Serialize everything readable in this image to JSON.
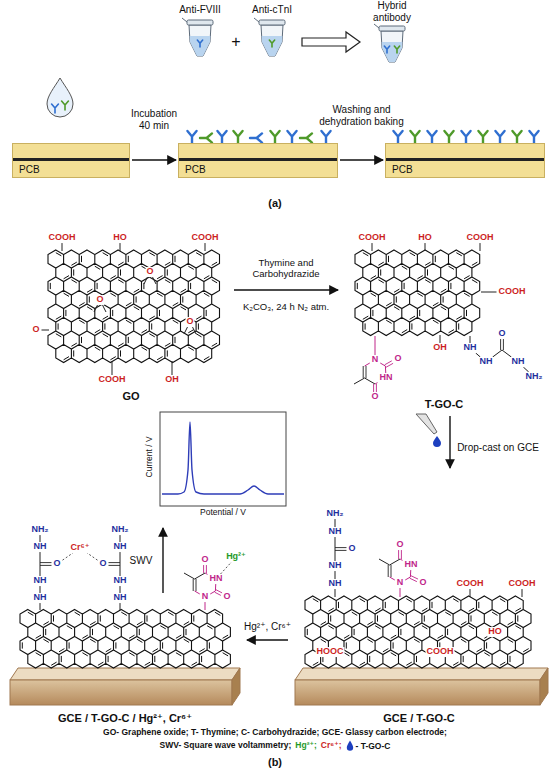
{
  "diagram": {
    "nodes": [
      {
        "text": [
          "Anti-FVIII"
        ]
      },
      {
        "text": [
          "Anti-cTnI"
        ]
      },
      {
        "text": [
          "Hybrid antibody"
        ]
      },
      {
        "text": [
          "PCB"
        ]
      },
      {
        "text": [
          "PCB"
        ]
      },
      {
        "text": [
          "PCB"
        ]
      },
      {
        "text": [
          "GO"
        ]
      },
      {
        "text": [
          "T-GO-C"
        ]
      },
      {
        "text": [
          "Current / V",
          "Potential / V"
        ]
      },
      {
        "text": [
          "GCE / T-GO-C"
        ]
      },
      {
        "text": [
          "GCE / T-GO-C / Hg²⁺, Cr⁶⁺"
        ]
      }
    ],
    "edges": [
      {
        "from": 1,
        "to": 2,
        "arrow": "to"
      },
      {
        "from": 3,
        "to": 4,
        "label": "Incubation 40 min",
        "arrow": "to"
      },
      {
        "from": 4,
        "to": 5,
        "label": "Washing and dehydration baking",
        "arrow": "to"
      },
      {
        "from": 6,
        "to": 7,
        "label": "Thymine and Carbohydrazide",
        "arrow": "to"
      },
      {
        "from": 7,
        "to": 9,
        "label": "Drop-cast on GCE",
        "arrow": "to"
      },
      {
        "from": 9,
        "to": 10,
        "label": "Hg²⁺, Cr⁶⁺",
        "arrow": "to"
      },
      {
        "from": 10,
        "to": 8,
        "label": "SWV",
        "arrow": "to"
      }
    ],
    "labels": [
      "+",
      "(a)",
      "K₂CO₃, 24 h N₂ atm.",
      "COOH",
      "HO",
      "COOH",
      "O",
      "O",
      "O",
      "O",
      "COOH",
      "OH",
      "COOH",
      "HO",
      "COOH",
      "COOH",
      "OH",
      "N",
      "O",
      "HN",
      "O",
      "NH",
      "NH",
      "O",
      "NH",
      "NH₂",
      "COOH",
      "COOH",
      "HOOC",
      "COOH",
      "HO",
      "N",
      "O",
      "HN",
      "O",
      "NH",
      "NH",
      "O",
      "NH",
      "NH₂",
      "NH",
      "NH",
      "O",
      "NH",
      "NH₂",
      "NH",
      "NH",
      "O",
      "NH",
      "NH₂",
      "Cr⁶⁺",
      "N",
      "O",
      "HN",
      "O",
      "Hg²⁺",
      "GO- Graphene oxide; T- Thymine; C- Carbohydrazide; GCE- Glassy carbon electrode;",
      "SWV- Square wave voltammetry;",
      "Hg²⁺;",
      "Cr⁶⁺;",
      "(b)"
    ],
    "legend": [
      {
        "text": "- T-GO-C"
      }
    ]
  }
}
